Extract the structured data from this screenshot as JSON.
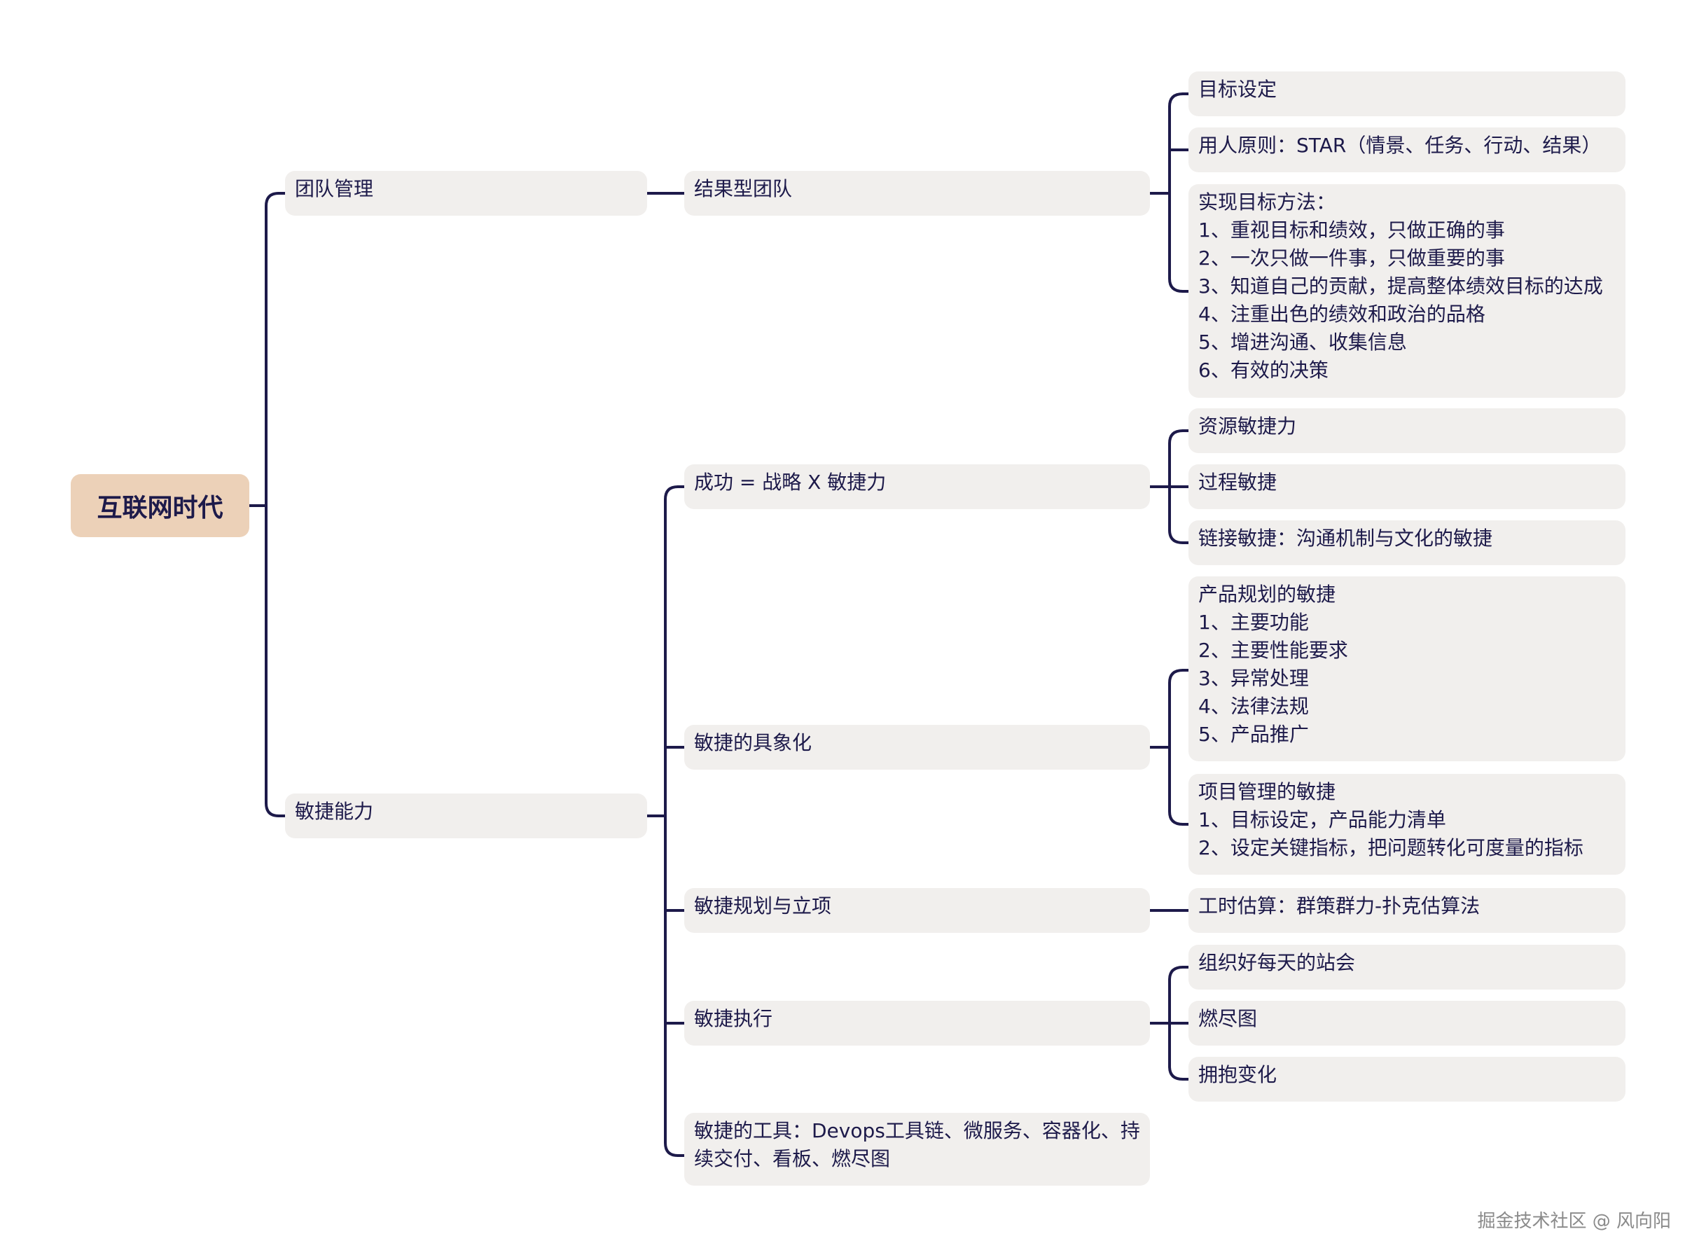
{
  "root": "互联网时代",
  "branches": {
    "team": "团队管理",
    "agile": "敏捷能力"
  },
  "team_children": {
    "result_team": "结果型团队"
  },
  "result_team_items": [
    "目标设定",
    "用人原则：STAR（情景、任务、行动、结果）",
    "实现目标方法：\n1、重视目标和绩效，只做正确的事\n2、一次只做一件事，只做重要的事\n3、知道自己的贡献，提高整体绩效目标的达成\n4、注重出色的绩效和政治的品格\n5、增进沟通、收集信息\n6、有效的决策"
  ],
  "agile_children": {
    "success": "成功 = 战略 X 敏捷力",
    "concrete": "敏捷的具象化",
    "planning": "敏捷规划与立项",
    "execution": "敏捷执行",
    "tools": "敏捷的工具：Devops工具链、微服务、容器化、持续交付、看板、燃尽图"
  },
  "success_items": [
    "资源敏捷力",
    "过程敏捷",
    "链接敏捷：沟通机制与文化的敏捷"
  ],
  "concrete_items": [
    "产品规划的敏捷\n1、主要功能\n2、主要性能要求\n3、异常处理\n4、法律法规\n5、产品推广",
    "项目管理的敏捷\n1、目标设定，产品能力清单\n2、设定关键指标，把问题转化可度量的指标"
  ],
  "planning_items": [
    "工时估算：群策群力-扑克估算法"
  ],
  "execution_items": [
    "组织好每天的站会",
    "燃尽图",
    "拥抱变化"
  ],
  "watermark": "掘金技术社区 @ 风向阳",
  "colors": {
    "line": "#1d1a4a",
    "root_bg": "#ecd1b8",
    "node_bg": "#f1efed",
    "text": "#1d1a4a"
  }
}
